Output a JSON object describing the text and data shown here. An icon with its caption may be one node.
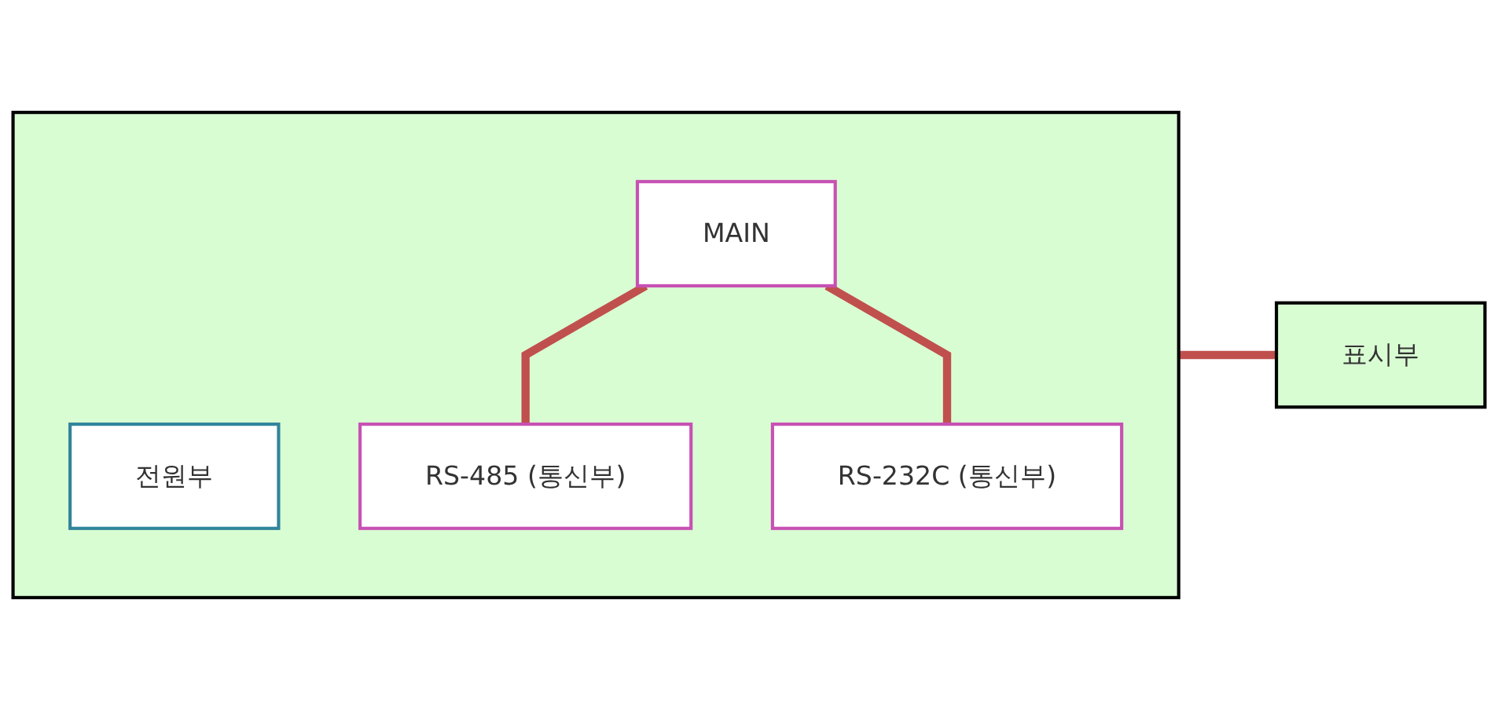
{
  "diagram": {
    "nodes": [
      {
        "text": [],
        "shape": "box"
      },
      {
        "text": [
          "전원부"
        ],
        "in": 0
      },
      {
        "text": [
          "MAIN"
        ],
        "in": 0
      },
      {
        "text": [
          "RS-485 (통신부)"
        ],
        "in": 0
      },
      {
        "text": [
          "RS-232C (통신부)"
        ],
        "in": 0
      },
      {
        "text": [
          "표시부"
        ]
      }
    ],
    "edges": [
      {
        "from": 0,
        "to": 5,
        "arrow": "none"
      },
      {
        "from": 2,
        "to": 3,
        "arrow": "none"
      },
      {
        "from": 2,
        "to": 4,
        "arrow": "none"
      }
    ]
  }
}
